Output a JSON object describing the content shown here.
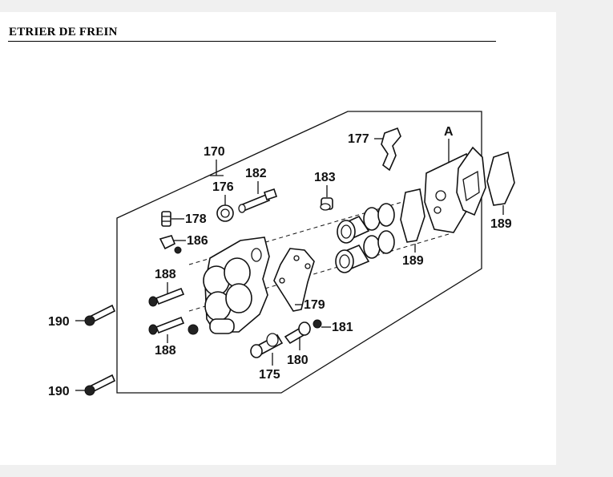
{
  "header": {
    "title": "ETRIER DE FREIN"
  },
  "callouts": {
    "c170": "170",
    "c176": "176",
    "c182": "182",
    "c183": "183",
    "c177": "177",
    "cA": "A",
    "c178": "178",
    "c186": "186",
    "c188a": "188",
    "c188b": "188",
    "c189a": "189",
    "c189b": "189",
    "c179": "179",
    "c181": "181",
    "c180": "180",
    "c175": "175",
    "c190a": "190",
    "c190b": "190"
  }
}
